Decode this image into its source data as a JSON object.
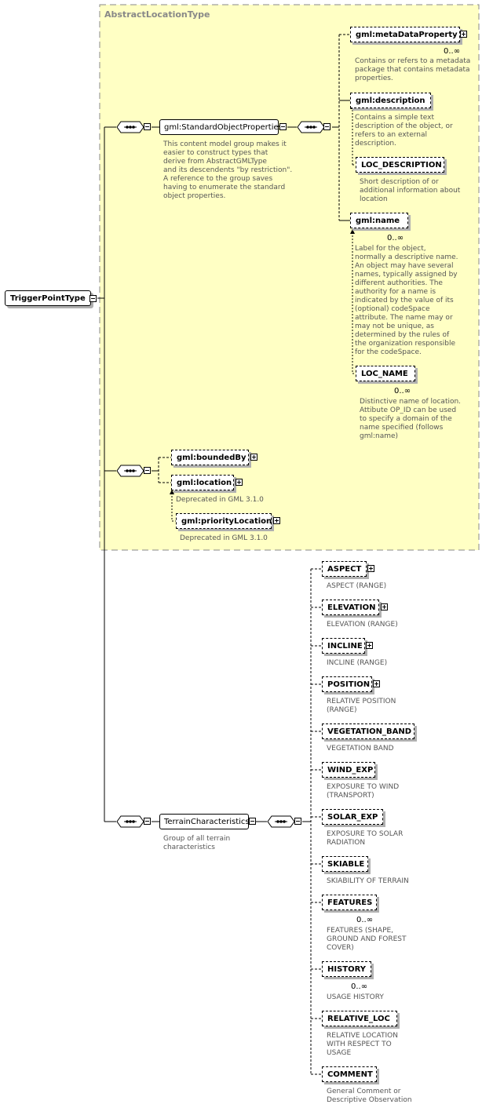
{
  "group": {
    "title": "AbstractLocationType"
  },
  "root": {
    "label": "TriggerPointType"
  },
  "standard_props": {
    "label": "gml:StandardObjectProperties",
    "description": "This content model group makes it\neasier to construct types that\n      derive from AbstractGMLType\nand its descendents \"by restriction\".\n      A reference to the group saves\nhaving to enumerate the standard\nobject properties."
  },
  "std_elements": [
    {
      "label": "gml:metaDataProperty",
      "card": "0..∞",
      "desc": "Contains or refers to a metadata\npackage that contains metadata\nproperties."
    },
    {
      "label": "gml:description",
      "card": "",
      "desc": "Contains a simple text\ndescription of the object, or\nrefers to an external\ndescription."
    },
    {
      "label": "LOC_DESCRIPTION",
      "card": "",
      "desc": "Short description of or\nadditional information about\nlocation"
    },
    {
      "label": "gml:name",
      "card": "0..∞",
      "desc": "Label for the object,\nnormally a descriptive name.\nAn object may have several\nnames, typically assigned by\ndifferent authorities.  The\nauthority for a name is\nindicated by the value of its\n(optional) codeSpace\nattribute.  The name may or\nmay not be unique, as\ndetermined by the rules of\nthe organization responsible\nfor the codeSpace."
    },
    {
      "label": "LOC_NAME",
      "card": "0..∞",
      "desc": "Distinctive name of location.\nAttibute OP_ID can be used\nto specify a domain of the\nname specified (follows\ngml:name)"
    }
  ],
  "bounded": [
    {
      "label": "gml:boundedBy",
      "desc": ""
    },
    {
      "label": "gml:location",
      "desc": "Deprecated in GML 3.1.0"
    },
    {
      "label": "gml:priorityLocation",
      "desc": "Deprecated in GML 3.1.0"
    }
  ],
  "terrain": {
    "label": "TerrainCharacteristics",
    "description": "Group of all terrain\ncharacteristics"
  },
  "terrain_elements": [
    {
      "label": "ASPECT",
      "card": "",
      "desc": "ASPECT (RANGE)"
    },
    {
      "label": "ELEVATION",
      "card": "",
      "desc": "ELEVATION (RANGE)"
    },
    {
      "label": "INCLINE",
      "card": "",
      "desc": "INCLINE (RANGE)"
    },
    {
      "label": "POSITION",
      "card": "",
      "desc": "RELATIVE POSITION\n(RANGE)"
    },
    {
      "label": "VEGETATION_BAND",
      "card": "",
      "desc": "VEGETATION BAND"
    },
    {
      "label": "WIND_EXP",
      "card": "",
      "desc": "EXPOSURE TO WIND\n(TRANSPORT)"
    },
    {
      "label": "SOLAR_EXP",
      "card": "",
      "desc": "EXPOSURE TO SOLAR\nRADIATION"
    },
    {
      "label": "SKIABLE",
      "card": "",
      "desc": "SKIABILITY OF TERRAIN"
    },
    {
      "label": "FEATURES",
      "card": "0..∞",
      "desc": "FEATURES (SHAPE,\nGROUND AND FOREST\nCOVER)"
    },
    {
      "label": "HISTORY",
      "card": "0..∞",
      "desc": "USAGE HISTORY"
    },
    {
      "label": "RELATIVE_LOC",
      "card": "",
      "desc": "RELATIVE LOCATION\nWITH RESPECT TO\nUSAGE"
    },
    {
      "label": "COMMENT",
      "card": "",
      "desc": "General Comment or\nDescriptive Observation"
    }
  ]
}
